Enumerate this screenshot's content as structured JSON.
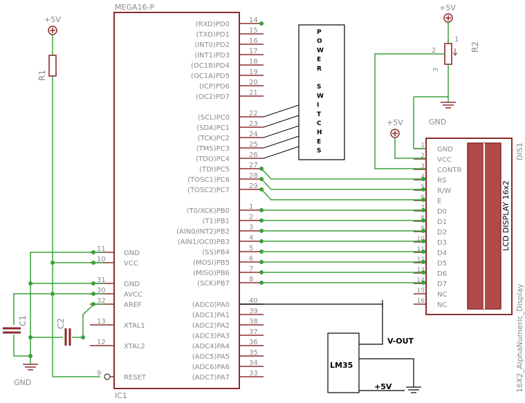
{
  "colors": {
    "part_outline": "#8b2a2a",
    "net_wire": "#3aa03a",
    "external_wire": "#000000",
    "lcd_panel": "#b0494a",
    "label_text": "#8a8a8a"
  },
  "mcu": {
    "name": "MEGA16-P",
    "ref": "IC1",
    "right_pins": [
      {
        "label": "(RXD)PD0",
        "num": "14"
      },
      {
        "label": "(TXD)PD1",
        "num": "15"
      },
      {
        "label": "(INT0)PD2",
        "num": "16"
      },
      {
        "label": "(INT1)PD3",
        "num": "17"
      },
      {
        "label": "(OC1B)PD4",
        "num": "18"
      },
      {
        "label": "(OC1A)PD5",
        "num": "19"
      },
      {
        "label": "(ICP)PD6",
        "num": "20"
      },
      {
        "label": "(OC2)PD7",
        "num": "21"
      },
      {
        "label": "(SCL)PC0",
        "num": "22"
      },
      {
        "label": "(SDA)PC1",
        "num": "23"
      },
      {
        "label": "(TCK)PC2",
        "num": "24"
      },
      {
        "label": "(TMS)PC3",
        "num": "25"
      },
      {
        "label": "(TDO)PC4",
        "num": "26"
      },
      {
        "label": "(TDI)PC5",
        "num": "27"
      },
      {
        "label": "(TOSC1)PC6",
        "num": "28"
      },
      {
        "label": "(TOSC2)PC7",
        "num": "29"
      },
      {
        "label": "(T0/XCK)PB0",
        "num": "1"
      },
      {
        "label": "(T1)PB1",
        "num": "2"
      },
      {
        "label": "(AIN0/INT2)PB2",
        "num": "3"
      },
      {
        "label": "(AIN1/OC0)PB3",
        "num": "4"
      },
      {
        "label": "(SS)PB4",
        "num": "5"
      },
      {
        "label": "(MOSI)PB5",
        "num": "6"
      },
      {
        "label": "(MISO)PB6",
        "num": "7"
      },
      {
        "label": "(SCK)PB7",
        "num": "8"
      },
      {
        "label": "(ADC0)PA0",
        "num": "40"
      },
      {
        "label": "(ADC1)PA1",
        "num": "39"
      },
      {
        "label": "(ADC2)PA2",
        "num": "38"
      },
      {
        "label": "(ADC3)PA3",
        "num": "37"
      },
      {
        "label": "(ADC4)PA4",
        "num": "36"
      },
      {
        "label": "(ADC5)PA5",
        "num": "35"
      },
      {
        "label": "(ADC6)PA6",
        "num": "34"
      },
      {
        "label": "(ADC7)PA7",
        "num": "33"
      }
    ],
    "left_pins": [
      {
        "label": "GND",
        "num": "11"
      },
      {
        "label": "VCC",
        "num": "10"
      },
      {
        "label": "GND",
        "num": "31"
      },
      {
        "label": "AVCC",
        "num": "30"
      },
      {
        "label": "AREF",
        "num": "32"
      },
      {
        "label": "XTAL1",
        "num": "13"
      },
      {
        "label": "XTAL2",
        "num": "12"
      },
      {
        "label": "RESET",
        "num": "9"
      }
    ]
  },
  "lcd": {
    "ref": "DIS1",
    "part_name": "16X2_AlphaNumeric_Display",
    "panel_text": "LCD DISPLAY 16x2",
    "pins": [
      {
        "label": "GND",
        "num": "1"
      },
      {
        "label": "VCC",
        "num": "2"
      },
      {
        "label": "CONTR",
        "num": "3"
      },
      {
        "label": "RS",
        "num": "4"
      },
      {
        "label": "R/W",
        "num": "5"
      },
      {
        "label": "E",
        "num": "6"
      },
      {
        "label": "D0",
        "num": "7"
      },
      {
        "label": "D1",
        "num": "8"
      },
      {
        "label": "D2",
        "num": "9"
      },
      {
        "label": "D3",
        "num": "10"
      },
      {
        "label": "D4",
        "num": "11"
      },
      {
        "label": "D5",
        "num": "12"
      },
      {
        "label": "D6",
        "num": "13"
      },
      {
        "label": "D7",
        "num": "14"
      },
      {
        "label": "NC",
        "num": "15"
      },
      {
        "label": "NC",
        "num": "16"
      }
    ]
  },
  "power_switches": {
    "lines": [
      "P",
      "O",
      "W",
      "E",
      "R",
      "",
      "S",
      "W",
      "I",
      "T",
      "C",
      "H",
      "E",
      "S"
    ]
  },
  "r1": {
    "ref": "R1",
    "supply": "+5V"
  },
  "r2": {
    "ref": "R2",
    "supply": "+5V",
    "pin_wiper": "2",
    "pin_top": "1",
    "pin_bottom": "3",
    "ground": "GND"
  },
  "lcd_supply": "+5V",
  "c1": {
    "ref": "C1"
  },
  "c2": {
    "ref": "C2"
  },
  "left_ground": "GND",
  "lm35": {
    "label": "LM35",
    "vout": "V-OUT",
    "supply": "+5V"
  }
}
